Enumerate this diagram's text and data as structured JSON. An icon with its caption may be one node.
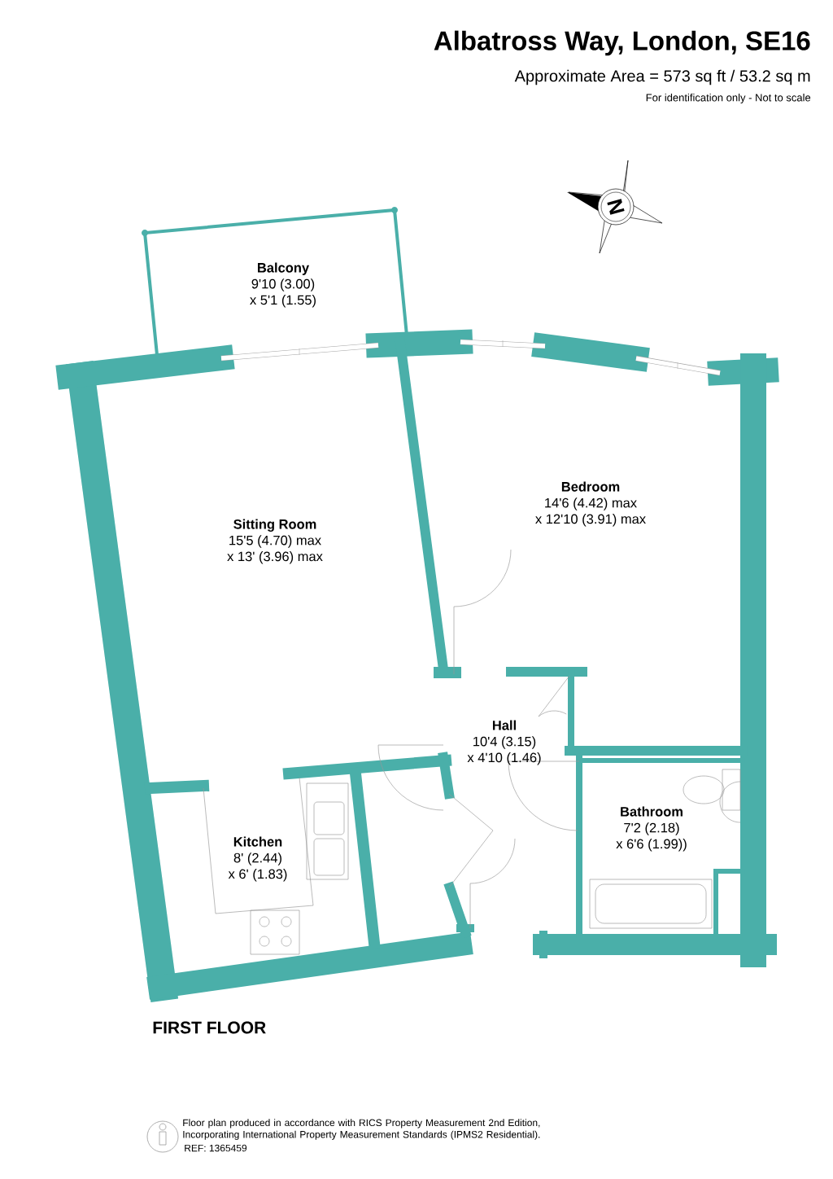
{
  "diagram": {
    "title": "Albatross Way, London, SE16",
    "nodes": [
      {
        "text": [
          "Balcony",
          "9'10 (3.00)",
          "x 5'1 (1.55)"
        ]
      },
      {
        "text": [
          "Sitting Room",
          "15'5 (4.70) max",
          "x 13' (3.96) max"
        ]
      },
      {
        "text": [
          "Bedroom",
          "14'6 (4.42) max",
          "x 12'10 (3.91) max"
        ]
      },
      {
        "text": [
          "Hall",
          "10'4 (3.15)",
          "x 4'10 (1.46)"
        ]
      },
      {
        "text": [
          "Bathroom",
          "7'2 (2.18)",
          "x 6'6 (1.99))"
        ]
      },
      {
        "text": [
          "Kitchen",
          "8' (2.44)",
          "x 6' (1.83)"
        ]
      }
    ],
    "labels": [
      "Approximate Area = 573 sq ft / 53.2 sq m",
      "For identification only - Not to scale",
      "N",
      "FIRST FLOOR",
      "Floor plan produced in accordance with RICS Property Measurement 2nd Edition, Incorporating International Property Measurement Standards (IPMS2 Residential).",
      "REF:  1365459"
    ]
  }
}
